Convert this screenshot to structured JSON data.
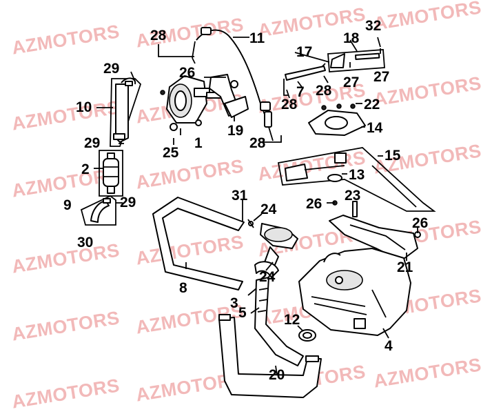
{
  "watermark": {
    "text": "AZMOTORS",
    "color": "#f2b9b9"
  },
  "labels": {
    "p1": "1",
    "p2": "2",
    "p3": "3",
    "p4": "4",
    "p5": "5",
    "p7": "7",
    "p8": "8",
    "p9": "9",
    "p10": "10",
    "p11": "11",
    "p12": "12",
    "p13": "13",
    "p14": "14",
    "p15": "15",
    "p17": "17",
    "p18": "18",
    "p19": "19",
    "p20": "20",
    "p21": "21",
    "p22": "22",
    "p23": "23",
    "p24": "24",
    "p25": "25",
    "p26": "26",
    "p27": "27",
    "p28": "28",
    "p29": "29",
    "p30": "30",
    "p31": "31",
    "p32": "32"
  }
}
